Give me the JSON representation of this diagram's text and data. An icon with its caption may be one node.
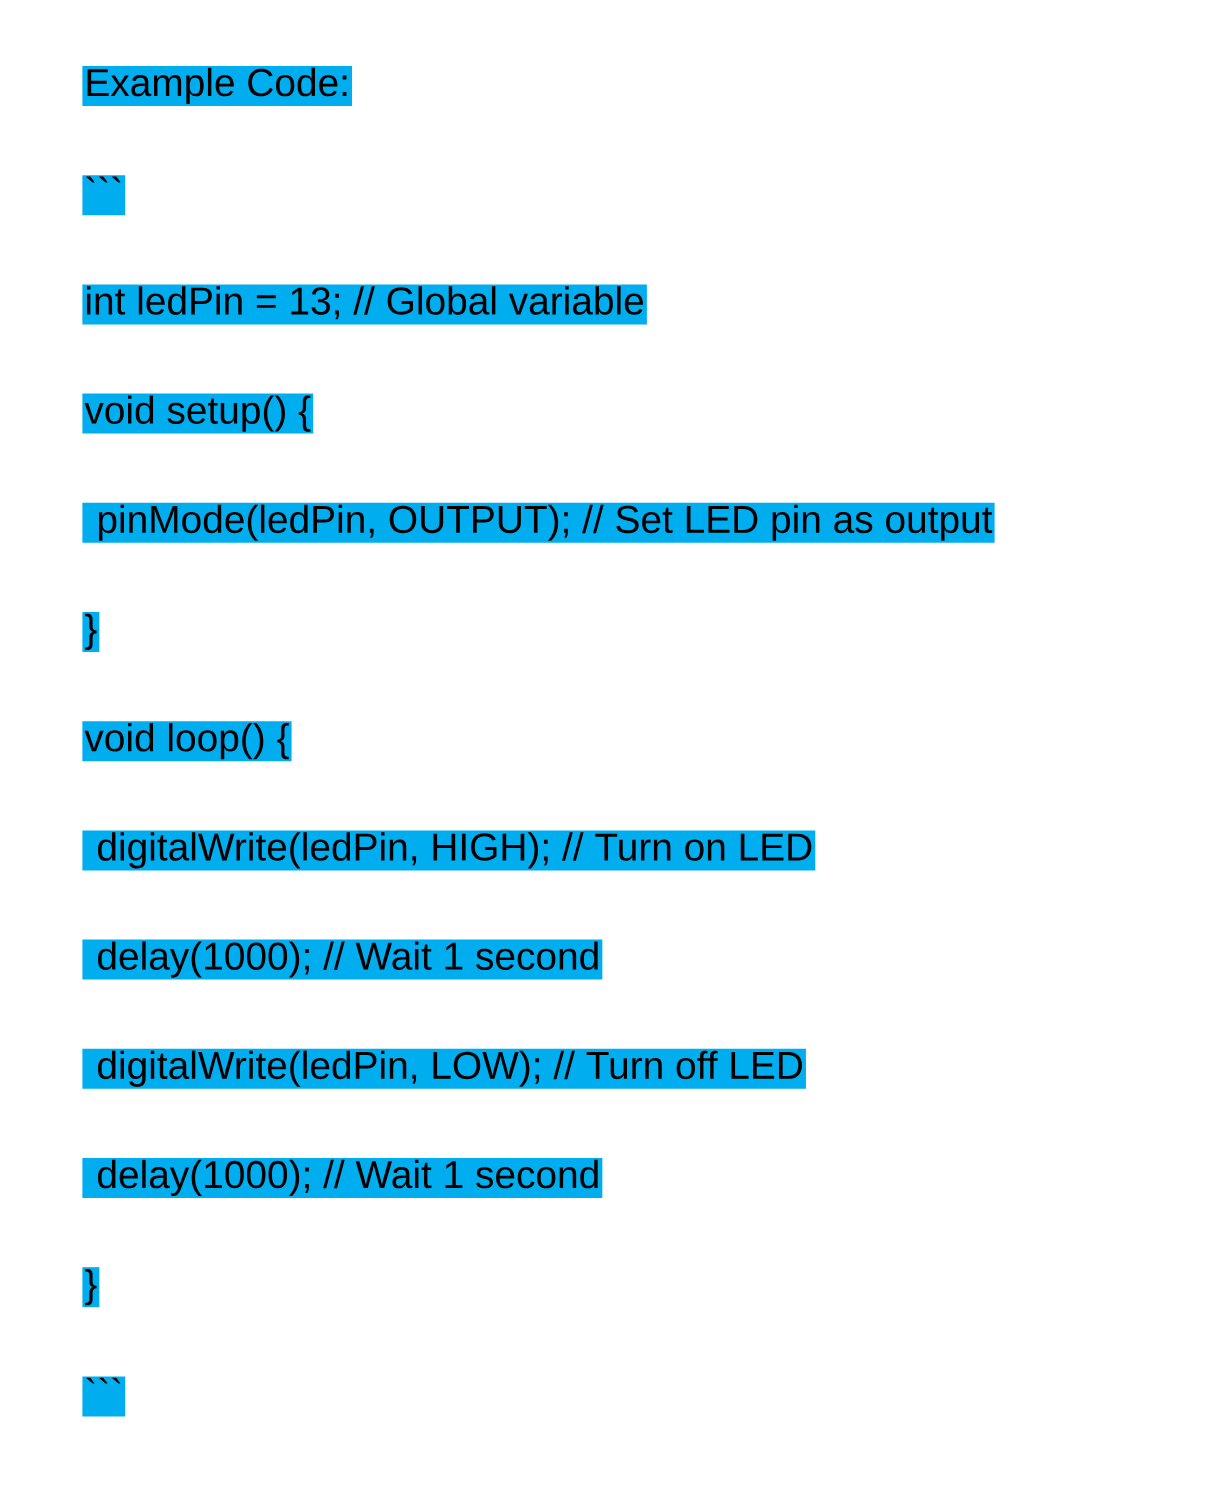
{
  "diagram": {
    "labels": [
      "Example Code:",
      "```",
      "int ledPin = 13;  // Global variable",
      "void setup() {",
      "pinMode(ledPin, OUTPUT);  // Set LED pin as output",
      "}",
      "void loop() {",
      "digitalWrite(ledPin, HIGH);  // Turn on LED",
      "delay(1000);  // Wait 1 second",
      "digitalWrite(ledPin, LOW);  // Turn off LED",
      "delay(1000);  // Wait 1 second",
      "}",
      "```"
    ]
  }
}
